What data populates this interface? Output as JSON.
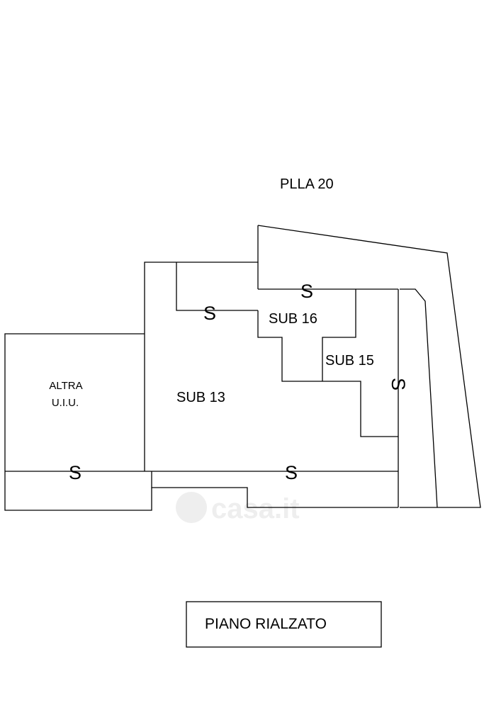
{
  "plan": {
    "parcel_label": "PLLA 20",
    "units": {
      "sub13": "SUB 13",
      "sub15": "SUB 15",
      "sub16": "SUB 16",
      "altra_line1": "ALTRA",
      "altra_line2": "U.I.U."
    },
    "stair_mark": "S",
    "floor_label": "PIANO RIALZATO",
    "watermark": "casa.it"
  }
}
